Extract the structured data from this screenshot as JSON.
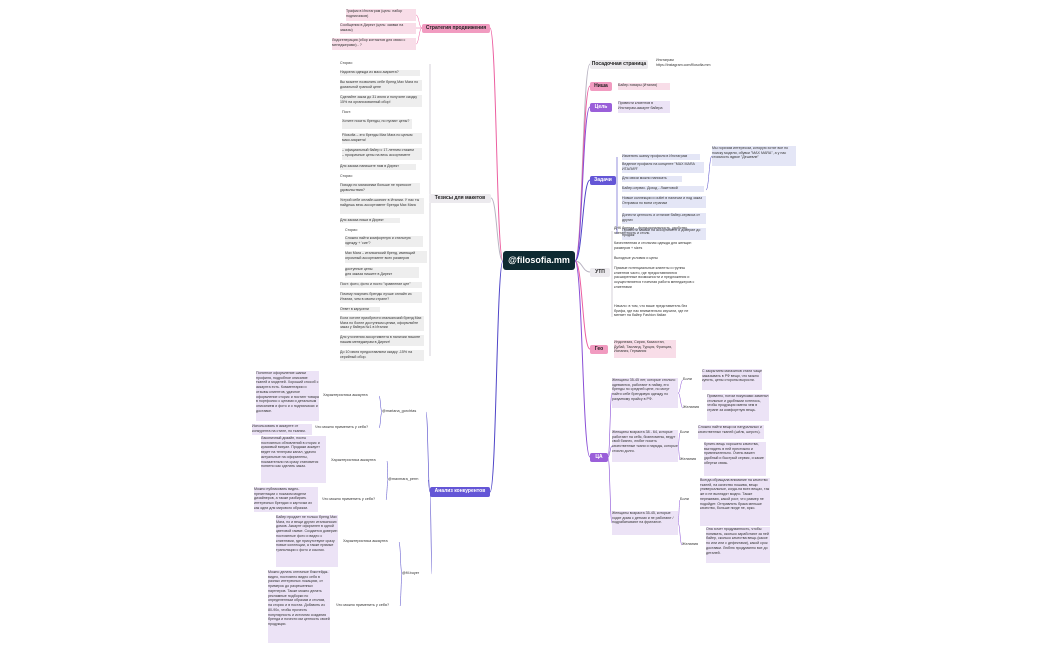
{
  "root": "@filosofia.mm",
  "colors": {
    "pink": "#ec5fa0",
    "violet": "#8a4fd6",
    "blue": "#4f45c8",
    "gray": "#b9b4c2",
    "root": "#0e2a32"
  },
  "left": {
    "strategy": {
      "title": "Стратегия продвижения",
      "items": [
        "Трафик в Инстаграм (цель: набор подписчиков)",
        "Сообщения в Директ (цель: заявки на заказы)",
        "Лидогенерация (сбор контактов для связи с менеджерами) - ?"
      ]
    },
    "theses": {
      "title": "Тезисы для макетов",
      "items": [
        "Сторис:",
        "Надоела одежда из масс-маркета?",
        "Вы можете позволить себе бренд Max Mara по доиальной гранкой цене",
        "Сделайте заказ до 31 июля и получите скидку 15% на организованный обор!",
        "Пост:",
        "Хотите носить бренды, но пугают цены?",
        "Filosofia – это бренды Max Mara по целым масс-маркета!",
        "– официальный байер с 17-летним стажем\n– прозрачные цены на весь ассортимент",
        "Для заказа напишите нам в Директ",
        "Сторис:",
        "Походи по магазинам больше не приносит удовольствия?",
        "Устрой себе онлайн-шопинг в Италии. У нас ты найдешь весь ассортимент бренда Max Mara",
        "Для заказа пиши в Директ",
        "Сторис:",
        "Сложно найти комфортную и стильную одежду + 'сие'?",
        "Max Mara – итальянский бренд, имеющий огромный ассортимент всех размеров",
        "доступные цены\nдля заказа пишите в Директ",
        "Пост: фото, фото и посто \"сравнение цен\"",
        "Почему покупать бренды лучше онлайн из Италии, чем в своем стране?",
        "Ответ в карусели",
        "Если хотите приобрести итальянский бренд Max Mara по более доступным ценам, оформляйте заказ у байера №1 в Италии",
        "Для уточнения ассортимента в наличии пишите нашим менеджерам в Директ!",
        "До 10 июля предоставляем скидку -15% на серийный обор."
      ]
    },
    "competitors": {
      "title": "Анализ конкурентов",
      "accounts": [
        {
          "name": "@mariana_gorchtas",
          "char_label": "Характеристика аккаунта",
          "char_text": "Понятное оформление шапки профиля, подробное описание тканей и моделей. Хороший способ с аккаунта есть. Комментарии и отзывы клиентов, удачное оформление сторис и постинг товара в портфолио с ценами и детальным описанием и фото и о подписчиках и доставке.",
          "apply_label": "Что можно применить у себя?",
          "apply_text": "Использовать в аккаунте от конкурента на стиле, по тканям."
        },
        {
          "name": "@maxmara_perm",
          "char_label": "Характеристика аккаунта",
          "char_text": "Лаконичный дизайн, посты постоянных обновлений в сторис и красивый визуал. Продажи аккаунт ведет на телеграм канал, удачно актуальные на оформлены, показательно на сразу становится понятно как сделать заказ.",
          "apply_label": "Что можно применить у себя?",
          "apply_text": "Можно публиковать видео-презентации с показом модели дизайнеров, а также разбирать интересных брендах и карточки их как одни для мирового образом."
        },
        {
          "name": "@fil.buyer",
          "char_label": "Характеристика аккаунта",
          "char_text": "Байер продает не только бренд Max Mara, но и вещи других итальянских домов. Аккаунт оформлен в одной цветовой гамме. Создается доверие: постоянные фото и видео с клиентами, где присутствуют сразу новые коллекции, а также прямые трансляции с фото и ссылки.",
          "apply_label": "Что можно применить у себя?",
          "apply_text": "Можно делать оптичные бэкстейдж-видео, постоянно видно себя в разных интересных локациях, от примерок до разрешенных партнеров. Также можно делать рекламные подборки по определенным образам и стилям, на сторис и в постах. Добавить из 80-90с, чтобы прочесть популярность и источник создания бренда и почести им ценность своей продукции."
        }
      ]
    }
  },
  "right": {
    "landing": {
      "title": "Посадочная страница",
      "text": "Инстаграм\nhttps://instagram.com/filosofia.mm"
    },
    "niche": {
      "title": "Ниша",
      "text": "Байер-товары (Италия)"
    },
    "goal": {
      "title": "Цель",
      "text": "Привести клиентов в Инстаграм-аккаунт байера"
    },
    "tasks": {
      "title": "Задачи",
      "items": [
        "Изменить шапку профиля в Инстаграм",
        "Ведение профиля на концепте \"MAX MARA ИТАЛИЯ\"",
        "Для связи можно написать",
        "Байер-сервис. Доход - Лакетовой",
        "Новые коллекции и outlet в наличии и под заказ\nОтправка по всем странам",
        "Донести ценность и отличие байер-сервиса от других",
        "Привести заявки на ассортимент и доверие до продаж"
      ],
      "note": "Мы горячим интересом, которую хотят все по поиску модели, обувки \"MAX MARA\", а у нас стоимость вдвое \"Дешевле\""
    },
    "utp": {
      "title": "УТП",
      "items": [
        "ДНК бренда – функциональность, удобство, элегантность и стиль",
        "Качественная и стильная одежда для женщин размеров + sizes",
        "Выгодные условия и цены",
        "Прямые потенциальные клиенты и группы клиентов часто, где предоставляются расширенные возможности и предложения и осуществляется точечная работа менеджеров с клиентами",
        "Начало: в том, что ваше представитель без брифа, где нас внимательно изучили, где не меняет на байер Fashion Italian"
      ]
    },
    "geo": {
      "title": "Гео",
      "text": "Индонезия, Сирия, Казахстан, Дубай, Таиланд, Турция, Франция, Испания, Германия"
    },
    "ta": {
      "title": "ЦА",
      "segments": [
        {
          "desc": "Женщины 35-45 лет, которые стильно одеваются, работают в найму, его бренды по средней цене, но могут найти себе брендовую одежду по разумному прайсу в РФ.",
          "pain_label": "Боли",
          "pain": "С закрытием магазинов стали чаще заказывать в РФ вещи, что можно купить, цены стороны выросли.",
          "want_label": "Желания",
          "want": "Приватно, потом покупками заменял стильные и удобными хотелось, чтобы продукция имела чем в стране за комфортную вещь."
        },
        {
          "desc": "Женщины возраста 38 - 64, которые работают на себя, бизнесмены, ведут свой бизнес, любят носить качественные ткани и наряды, которые стоили долго.",
          "pain_label": "Боли",
          "pain": "Сложно найти вещи из натуральных и качественных тканей (шёлк, шерсть).",
          "want_label": "Желания",
          "want": "Купить вещь хорошего качества, выглядеть в ней престижно и привлекательно. Очень важен удобный и быстрый сервис, и какие обертки связь."
        },
        {
          "desc": "Женщины возраста 35-45, которые ходят дома с детьми и не работают / подрабатывают на фрилансе.",
          "pain_label": "Боли",
          "pain": "Всегда обращала внимание на качество тканей, на качество пошива, вещи универсальные, когда-на всех вещах, так же и не выглядят модно. Также переживаю, какой рост, что размер не подойдет. Отправлять брака меньше качество, больше нигде не, ярко.",
          "want_label": "Желания",
          "want": "Она хочет продуманность, чтобы понимать, сколько заработают за ней байер, сколько качества вещь (какое по или или с дефектами), какой срок доставки. Люблю продуманно все до деталей."
        }
      ]
    }
  }
}
